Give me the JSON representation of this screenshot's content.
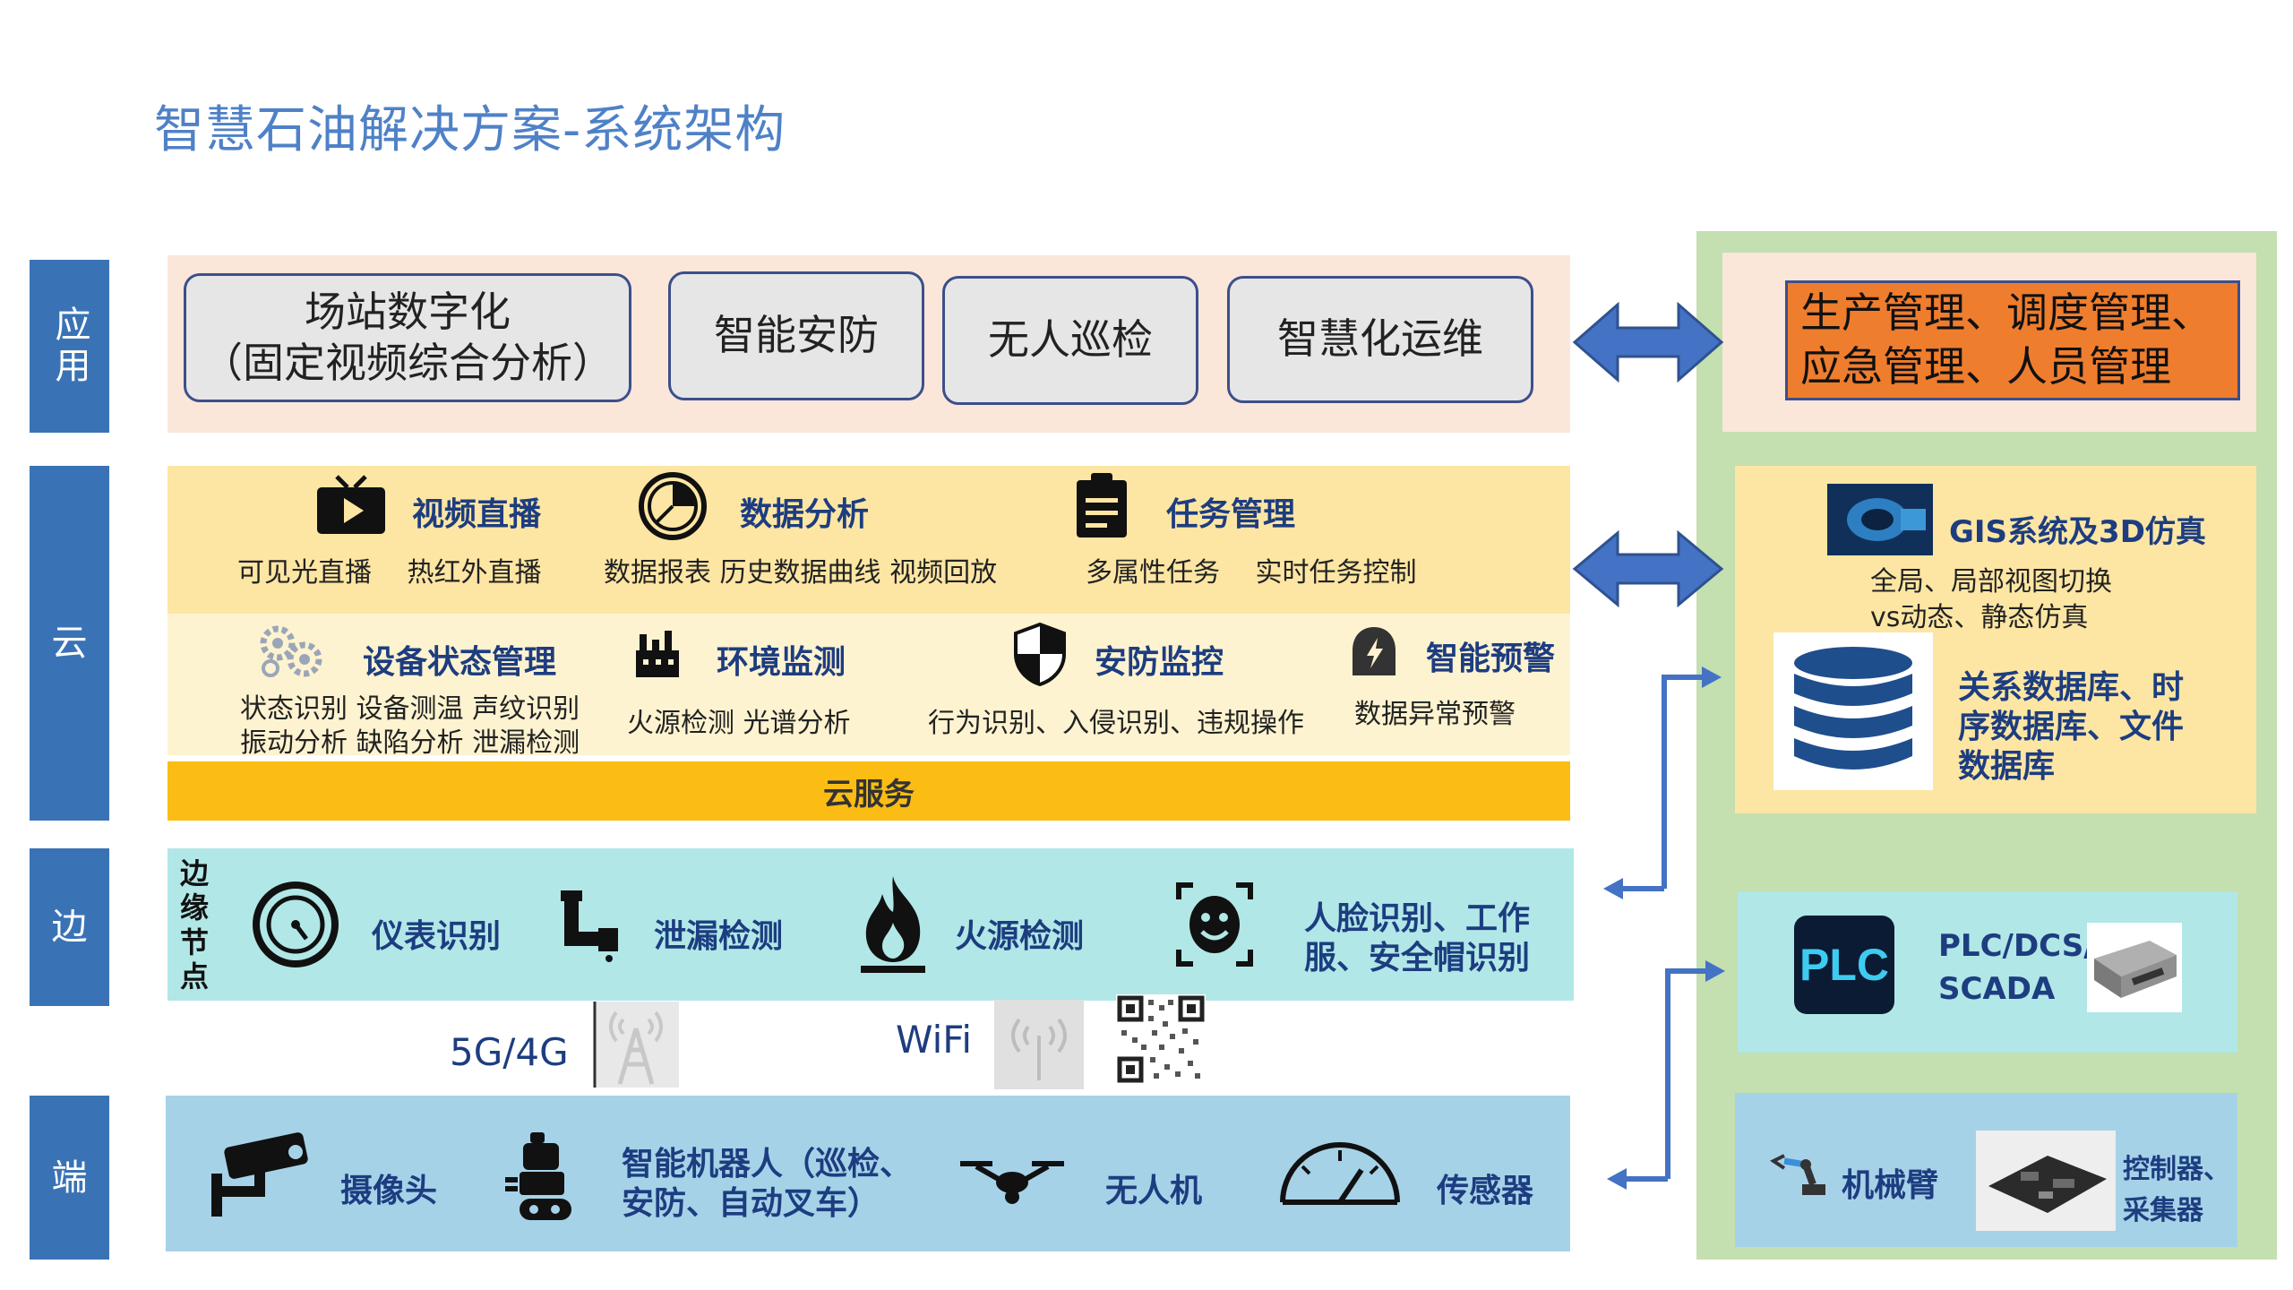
{
  "title": "智慧石油解决方案-系统架构",
  "layers": {
    "app": "应用",
    "cloud": "云",
    "edge": "边",
    "end": "端"
  },
  "apps": {
    "station_line1": "场站数字化",
    "station_line2": "（固定视频综合分析）",
    "security": "智能安防",
    "patrol": "无人巡检",
    "ops": "智慧化运维"
  },
  "cloud_top": {
    "video_title": "视频直播",
    "video_subs": "可见光直播　 热红外直播",
    "data_title": "数据分析",
    "data_subs": "数据报表  历史数据曲线  视频回放",
    "task_title": "任务管理",
    "task_subs": "多属性任务　 实时任务控制"
  },
  "cloud_mid": {
    "device_title": "设备状态管理",
    "device_sub1": "状态识别  设备测温  声纹识别",
    "device_sub2": "振动分析  缺陷分析  泄漏检测",
    "env_title": "环境监测",
    "env_sub": "火源检测  光谱分析",
    "sec_title": "安防监控",
    "sec_sub": "行为识别、入侵识别、违规操作",
    "warn_title": "智能预警",
    "warn_sub": "数据异常预警"
  },
  "cloud_service": "云服务",
  "edge": {
    "node_label": [
      "边",
      "缘",
      "节",
      "点"
    ],
    "meter": "仪表识别",
    "leak": "泄漏检测",
    "fire": "火源检测",
    "face_line1": "人脸识别、工作",
    "face_line2": "服、安全帽识别"
  },
  "network": {
    "cellular": "5G/4G",
    "wifi": "WiFi"
  },
  "end": {
    "camera": "摄像头",
    "robot_line1": "智能机器人（巡检、",
    "robot_line2": "安防、自动叉车）",
    "drone": "无人机",
    "sensor": "传感器"
  },
  "right": {
    "mgmt_line1": "生产管理、调度管理、",
    "mgmt_line2": "应急管理、人员管理",
    "gis_title": "GIS系统及3D仿真",
    "gis_sub1": "全局、局部视图切换",
    "gis_sub2": "vs动态、静态仿真",
    "db_line1": "关系数据库、时",
    "db_line2": "序数据库、文件",
    "db_line3": "数据库",
    "plc_line1": "PLC/DCS/",
    "plc_line2": "SCADA",
    "plc_logo": "PLC",
    "arm": "机械臂",
    "ctrl_line1": "控制器、",
    "ctrl_line2": "采集器"
  },
  "colors": {
    "title_blue": "#4f81c7",
    "layer_blue": "#3a73b5",
    "cloud_service_gold": "#fbbd13",
    "orange_box": "#ef7d2e",
    "right_panel_green": "#c4dfb0",
    "arrow_blue": "#4472c4"
  }
}
